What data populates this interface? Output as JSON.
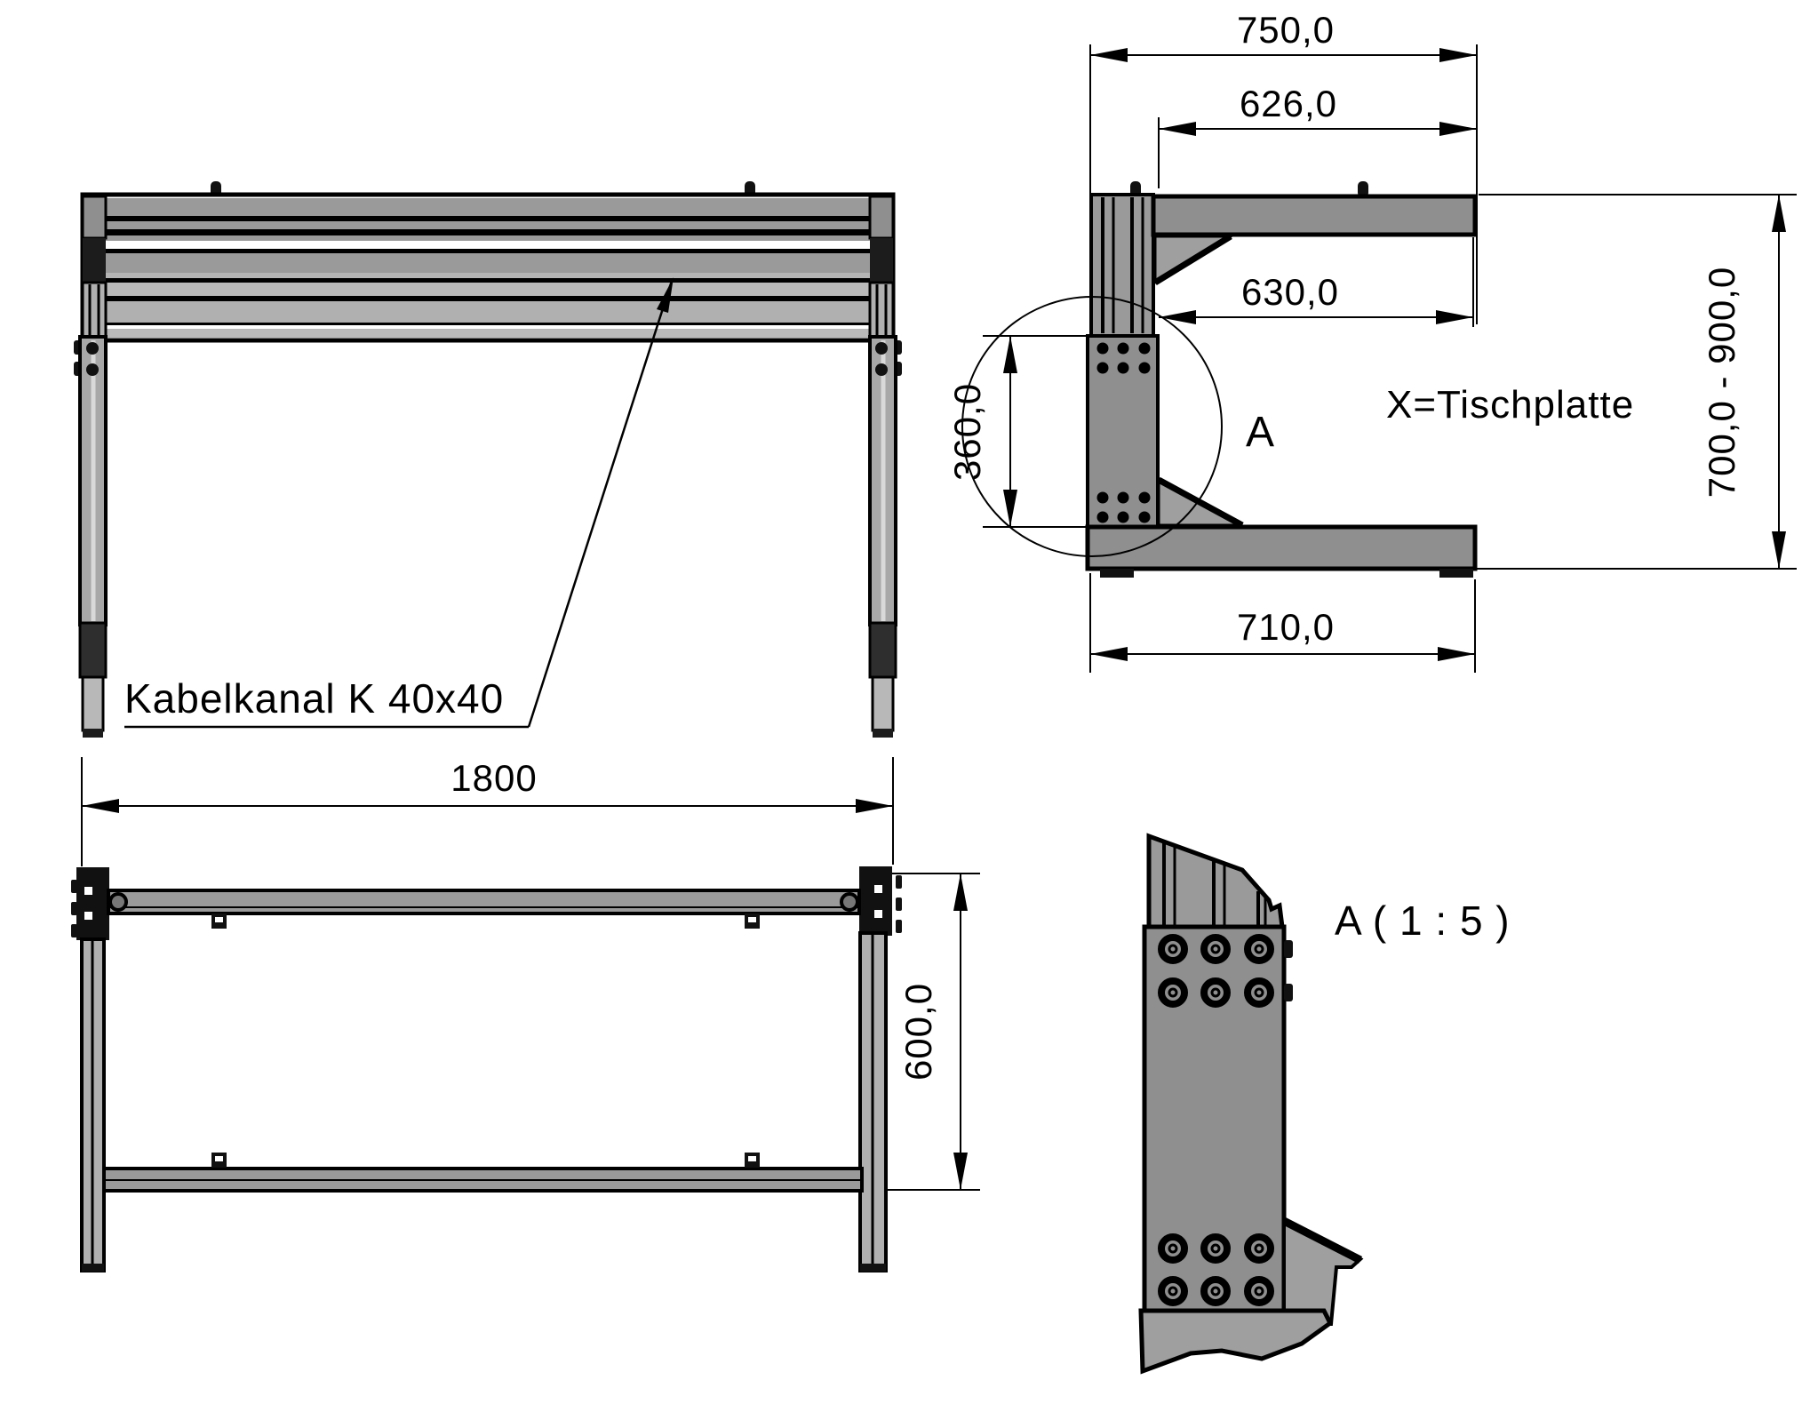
{
  "drawing_title": "Table frame technical drawing",
  "colors": {
    "outline": "#000000",
    "profile_gray": "#9a9a9a",
    "profile_light": "#b4b4b4",
    "solid_gray": "#8f8f8f",
    "leg_gray": "#a8a8a8",
    "accent_dark": "#1c1c1c",
    "background": "#ffffff"
  },
  "front_view": {
    "callout": "Kabelkanal K 40x40"
  },
  "side_view": {
    "dim_total_depth": "750,0",
    "dim_overhang_upper": "626,0",
    "dim_overhang_lower": "630,0",
    "dim_bracket_height": "360,0",
    "dim_foot_depth": "710,0",
    "dim_height_range": "700,0 - 900,0",
    "note_tabletop": "X=Tischplatte",
    "detail_marker": "A"
  },
  "top_view": {
    "dim_width": "1800",
    "dim_depth": "600,0"
  },
  "detail_view": {
    "title": "A ( 1 : 5 )"
  }
}
